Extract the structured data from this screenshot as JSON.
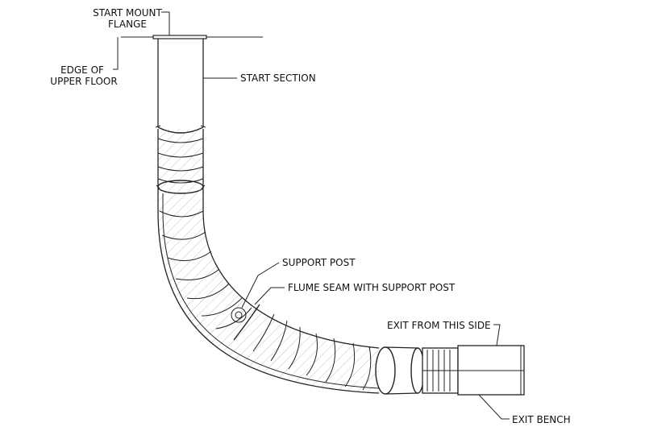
{
  "labels": {
    "start_mount_flange_1": "START MOUNT",
    "start_mount_flange_2": "FLANGE",
    "edge_upper_floor_1": "EDGE OF",
    "edge_upper_floor_2": "UPPER FLOOR",
    "start_section": "START SECTION",
    "support_post": "SUPPORT POST",
    "flume_seam": "FLUME SEAM WITH SUPPORT POST",
    "exit_side": "EXIT FROM THIS SIDE",
    "exit_bench": "EXIT BENCH"
  },
  "colors": {
    "line": "#222222",
    "hatch": "#9a9a9a",
    "background": "#ffffff"
  }
}
